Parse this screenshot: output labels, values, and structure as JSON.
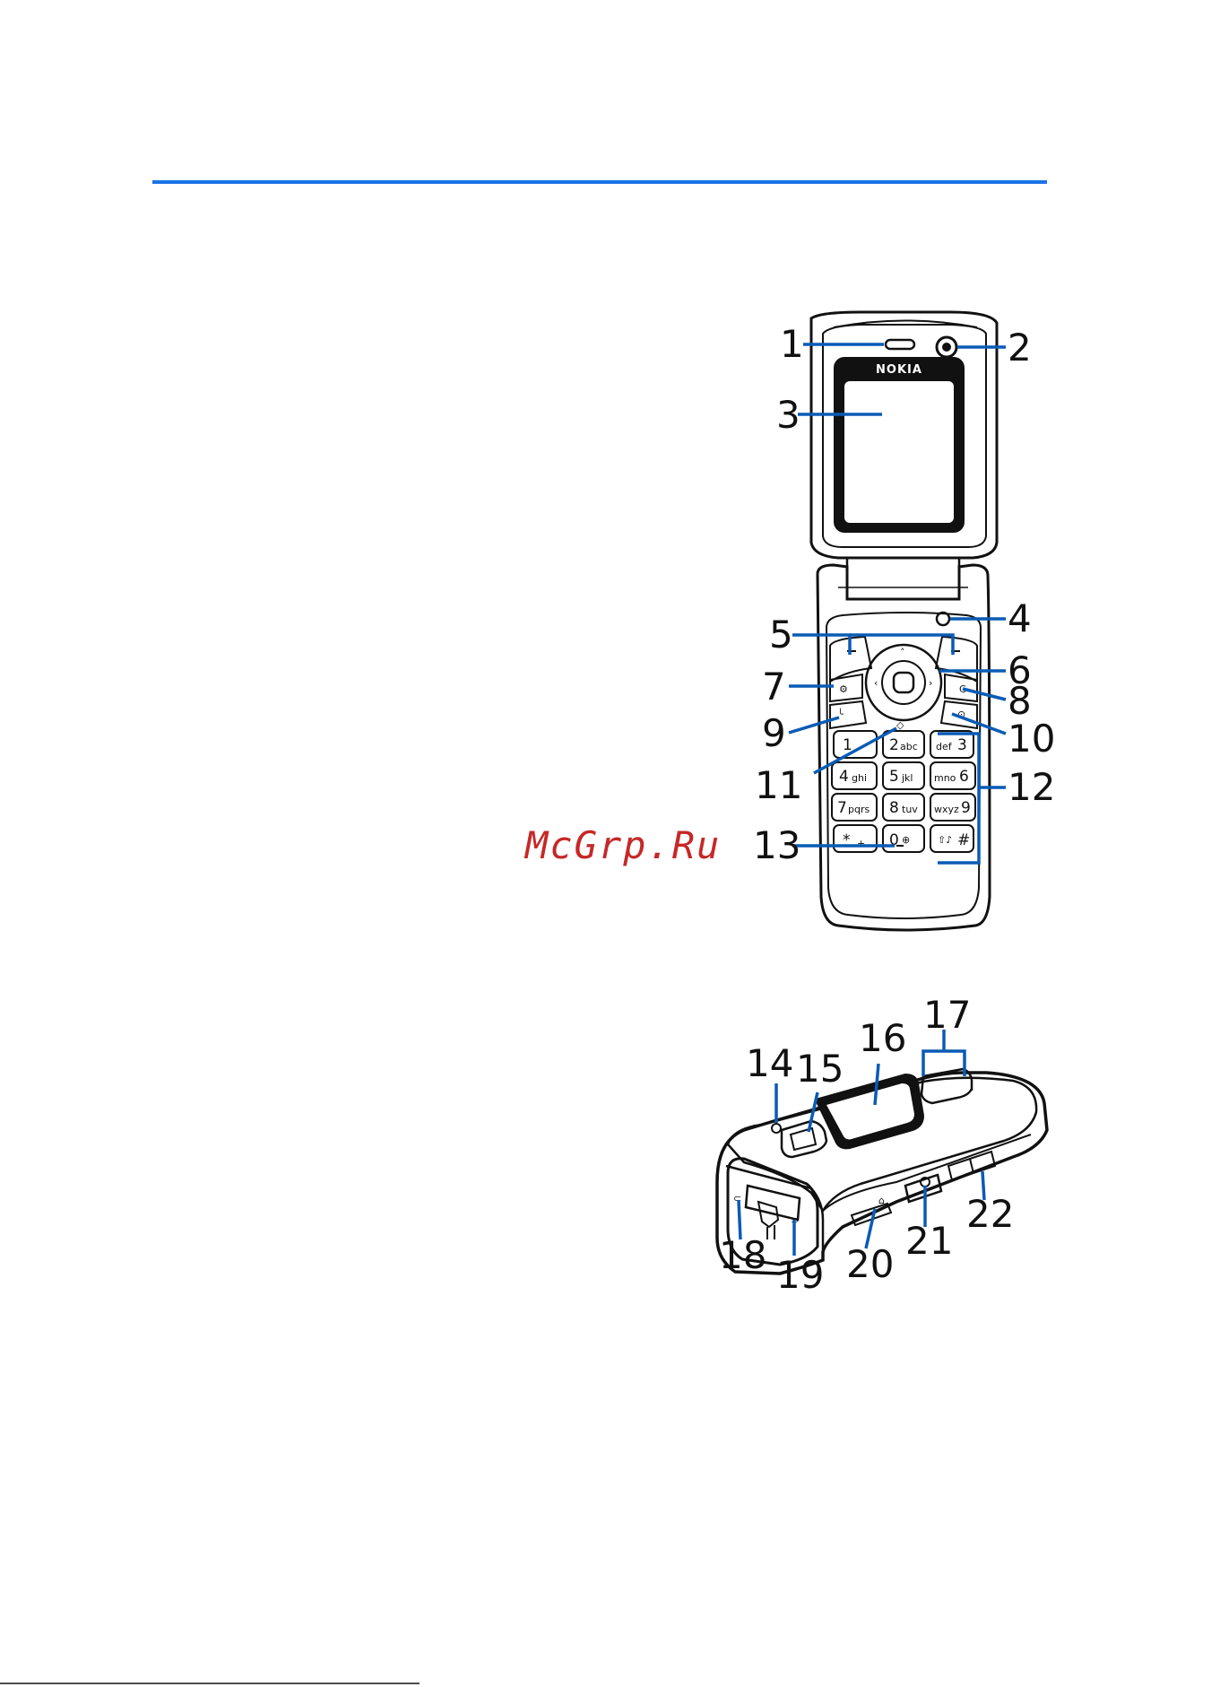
{
  "header": {
    "rule_color": "#1a73e8"
  },
  "watermark": {
    "text": "McGrp.Ru",
    "color": "#c62828"
  },
  "callout_color": "#0a5bb5",
  "open_phone": {
    "brand": "NOKIA",
    "keys": {
      "k1": "1",
      "k2": "2",
      "k2_letters": "abc",
      "k3": "3",
      "k3_letters": "def",
      "k4": "4",
      "k4_letters": "ghi",
      "k5": "5",
      "k5_letters": "jkl",
      "k6": "6",
      "k6_letters": "mno",
      "k7": "7",
      "k7_letters": "pqrs",
      "k8": "8",
      "k8_letters": "tuv",
      "k9": "9",
      "k9_letters": "wxyz",
      "kstar": "*",
      "kstar_sub": "+",
      "k0": "0",
      "khash": "#"
    },
    "labels": [
      "1",
      "2",
      "3",
      "4",
      "5",
      "6",
      "7",
      "8",
      "9",
      "10",
      "11",
      "12",
      "13"
    ]
  },
  "closed_phone": {
    "labels": [
      "14",
      "15",
      "16",
      "17",
      "18",
      "19",
      "20",
      "21",
      "22"
    ]
  }
}
